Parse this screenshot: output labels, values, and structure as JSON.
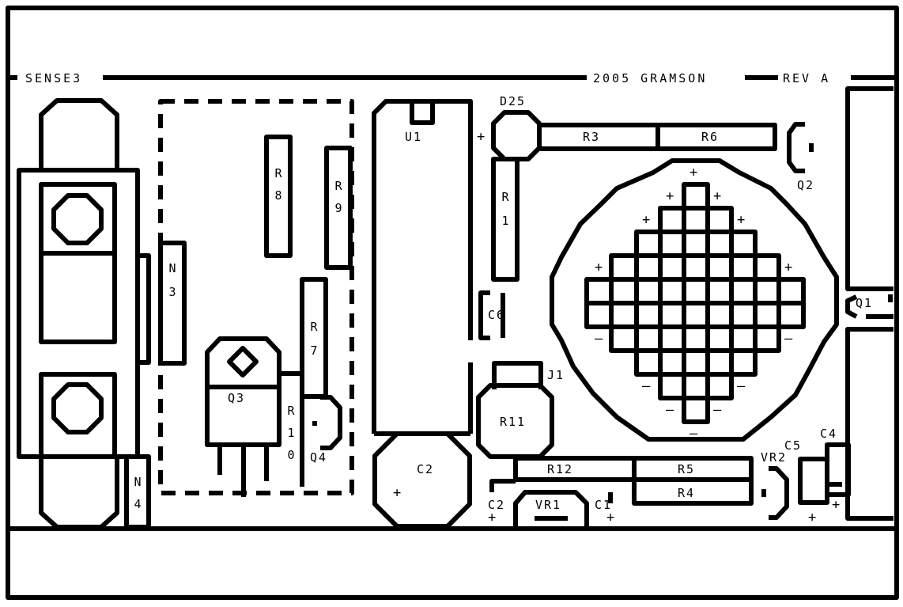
{
  "header": {
    "left": "SENSE3",
    "center": "2005 GRAMSON",
    "right": "REV A"
  },
  "labels": {
    "n3": "N3",
    "n4": "N4",
    "r8": "R8",
    "r9": "R9",
    "r7": "R7",
    "r10": "R10",
    "q3": "Q3",
    "q4": "Q4",
    "u1": "U1",
    "d25": "D25",
    "r3": "R3",
    "r6": "R6",
    "r1": "R1",
    "q2": "Q2",
    "q1": "Q1",
    "c6": "C6",
    "j1": "J1",
    "r11": "R11",
    "c2_cap": "C2",
    "r12": "R12",
    "r5": "R5",
    "r4": "R4",
    "c2": "C2",
    "vr1": "VR1",
    "c1": "C1",
    "vr2": "VR2",
    "c5": "C5",
    "c4": "C4"
  },
  "polarity": {
    "plus": "+",
    "minus": "–"
  }
}
